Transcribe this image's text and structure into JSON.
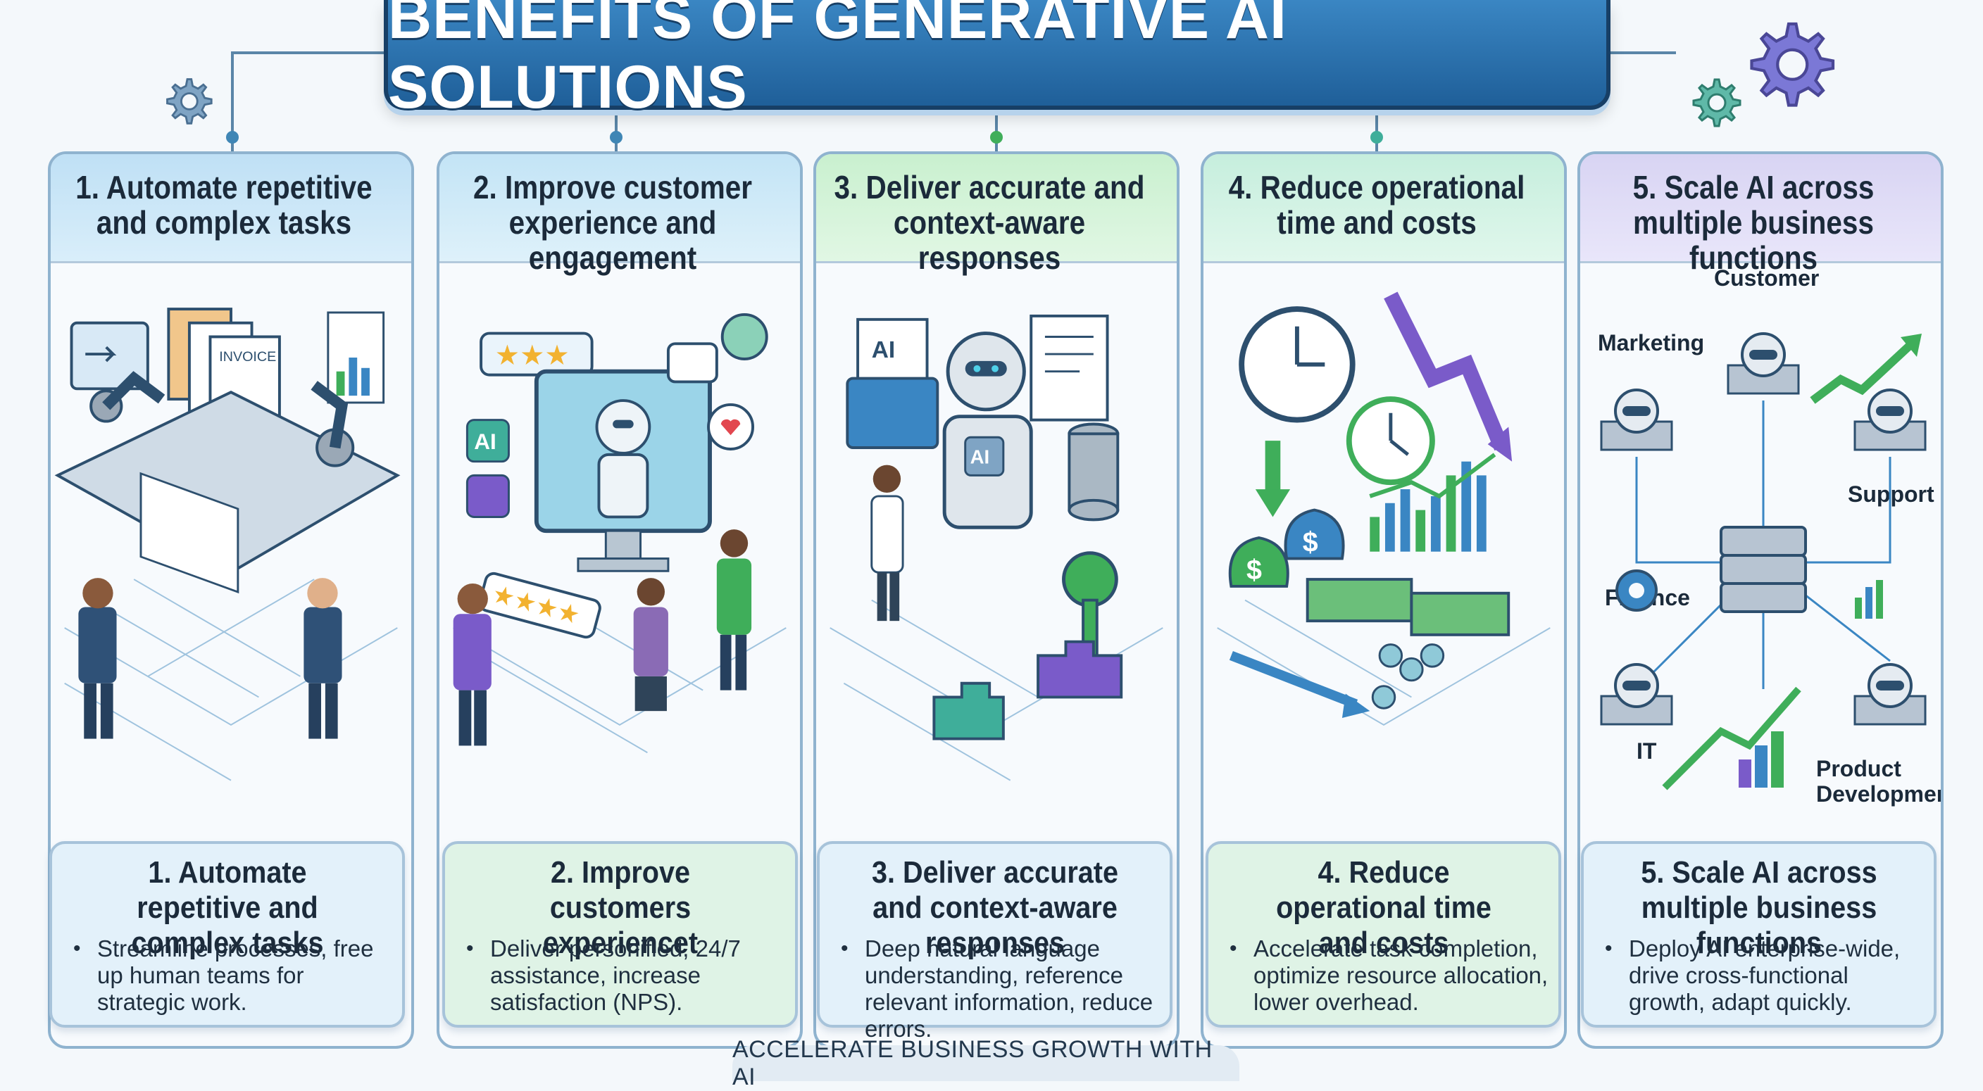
{
  "title": "BENEFITS OF GENERATIVE AI SOLUTIONS",
  "footer": "ACCELERATE BUSINESS GROWTH WITH AI",
  "colors": {
    "title_bg": "#2b72b0",
    "panel1_head": "#bfe0f5",
    "panel2_head": "#c3e4f6",
    "panel3_head": "#c9f0cf",
    "panel4_head": "#c6eedd",
    "panel5_head": "#d8d4f3",
    "accent_green": "#3fae5a",
    "accent_purple": "#7a5bc9"
  },
  "panels": [
    {
      "heading": "1. Automate repetitive and complex tasks",
      "illustration_labels": [
        "INVOICE"
      ],
      "card_title": "1. Automate repetitive and complex tasks",
      "card_text": "Streamline processes, free up human teams for strategic work."
    },
    {
      "heading": "2. Improve customer experience and engagement",
      "illustration_labels": [
        "AI"
      ],
      "card_title": "2. Improve customers experiencet",
      "card_text": "Deliver personified, 24/7 assistance, increase satisfaction (NPS)."
    },
    {
      "heading": "3. Deliver accurate and context-aware responses",
      "illustration_labels": [
        "AI",
        "AI"
      ],
      "card_title": "3. Deliver accurate and context-aware responses",
      "card_text": "Deep natural language understanding, reference relevant information, reduce errors."
    },
    {
      "heading": "4. Reduce operational time and costs",
      "illustration_labels": [
        "$",
        "$"
      ],
      "card_title": "4. Reduce operational time and costs",
      "card_text": "Accelerate task completion, optimize resource allocation, lower overhead."
    },
    {
      "heading": "5. Scale AI across multiple business functions",
      "illustration_labels": [
        "Customer",
        "Marketing",
        "Support",
        "Finance",
        "IT",
        "Product Development"
      ],
      "card_title": "5. Scale AI across multiple business functions",
      "card_text": "Deploy AI enterprise-wide, drive cross-functional growth, adapt quickly."
    }
  ]
}
